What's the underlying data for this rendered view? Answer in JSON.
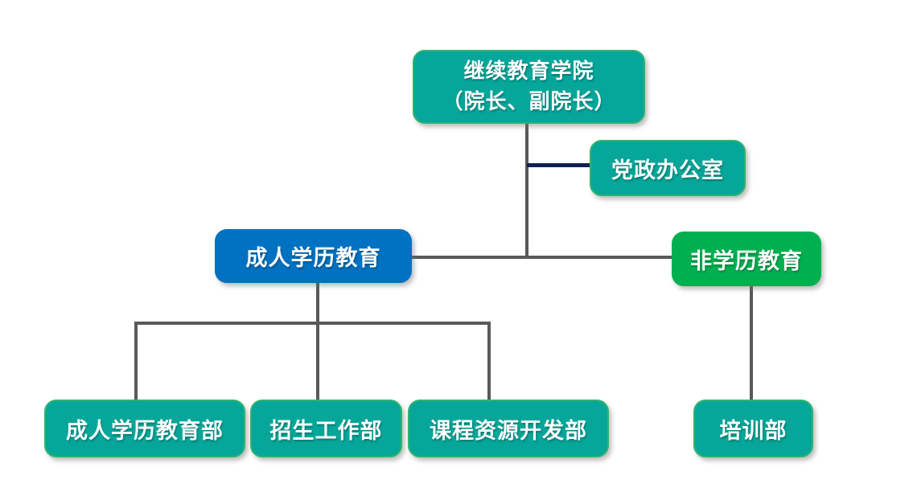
{
  "diagram": {
    "type": "org-chart",
    "nodes": {
      "root": {
        "line1": "继续教育学院",
        "line2": "（院长、副院长）"
      },
      "party_office": {
        "label": "党政办公室"
      },
      "adult_education": {
        "label": "成人学历教育"
      },
      "non_degree_education": {
        "label": "非学历教育"
      },
      "adult_education_dept": {
        "label": "成人学历教育部"
      },
      "admissions_dept": {
        "label": "招生工作部"
      },
      "course_resource_dept": {
        "label": "课程资源开发部"
      },
      "training_dept": {
        "label": "培训部"
      }
    }
  },
  "colors": {
    "teal": "#06A79A",
    "teal-border": "#2EB46E",
    "blue": "#0072C1",
    "green": "#00B050",
    "line-gray": "#595959",
    "line-navy": "#112052",
    "text-white": "#FFFFFF",
    "background": "#FFFFFF"
  }
}
